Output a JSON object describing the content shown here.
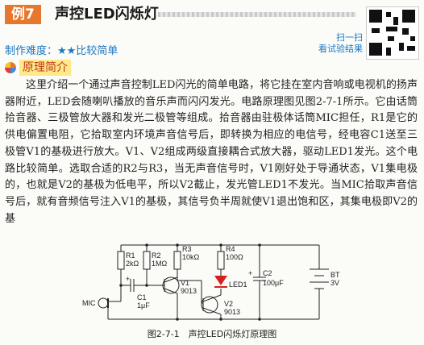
{
  "header": {
    "tag": "例7",
    "title": "声控LED闪烁灯"
  },
  "difficulty": "制作难度：★★比较简单",
  "scan": {
    "line1": "扫一扫",
    "line2": "看试验结果"
  },
  "section_title": "原理简介",
  "body": "这里介绍一个通过声音控制LED闪光的简单电路，将它挂在室内音响或电视机的扬声器附近，LED会随喇叭播放的音乐声而闪闪发光。电路原理图见图2-7-1所示。它由话筒拾音器、三极管放大器和发光二极管等组成。拾音器由驻极体话筒MIC担任，R1是它的供电偏置电阻，它拾取室内环境声音信号后，即转换为相应的电信号，经电容C1送至三极管V1的基极进行放大。V1、V2组成两级直接耦合式放大器，驱动LED1发光。这个电路比较简单。选取合适的R2与R3，当无声音信号时，V1刚好处于导通状态，V1集电极的，也就是V2的基极为低电平，所以V2截止，发光管LED1不发光。当MIC拾取声音信号后，就有音频信号注入V1的基极，其信号负半周就使V1退出饱和区，其集电极即V2的基",
  "schematic": {
    "r1": {
      "name": "R1",
      "value": "2kΩ"
    },
    "r2": {
      "name": "R2",
      "value": "1MΩ"
    },
    "r3": {
      "name": "R3",
      "value": "10kΩ"
    },
    "r4": {
      "name": "R4",
      "value": "100Ω"
    },
    "c1": {
      "name": "C1",
      "value": "1μF"
    },
    "c2": {
      "name": "C2",
      "value": "100μF"
    },
    "v1": {
      "name": "V1",
      "value": "9013"
    },
    "v2": {
      "name": "V2",
      "value": "9013"
    },
    "bt": {
      "name": "BT",
      "value": "3V"
    },
    "led": "LED1",
    "mic": "MIC",
    "plus": "+"
  },
  "caption": "图2-7-1　声控LED闪烁灯原理图"
}
